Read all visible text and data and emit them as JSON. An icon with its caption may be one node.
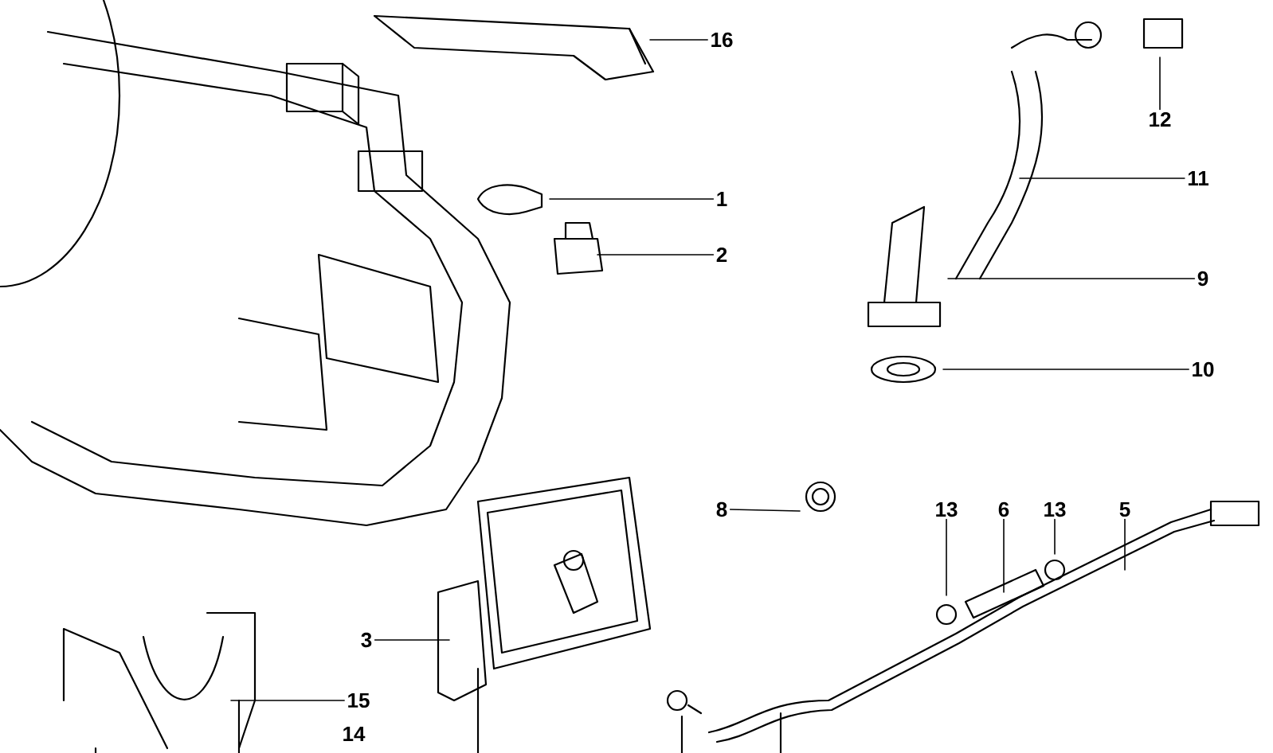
{
  "diagram": {
    "nodes": [
      {
        "text": [
          "16"
        ]
      },
      {
        "text": [
          "1"
        ]
      },
      {
        "text": [
          "2"
        ]
      },
      {
        "text": [
          "12"
        ]
      },
      {
        "text": [
          "11"
        ]
      },
      {
        "text": [
          "9"
        ]
      },
      {
        "text": [
          "10"
        ]
      },
      {
        "text": [
          "8"
        ]
      },
      {
        "text": [
          "13"
        ]
      },
      {
        "text": [
          "6"
        ]
      },
      {
        "text": [
          "13"
        ]
      },
      {
        "text": [
          "5"
        ]
      },
      {
        "text": [
          "3"
        ]
      },
      {
        "text": [
          "15"
        ]
      }
    ],
    "edges": [
      {
        "from": 0,
        "to": null,
        "arrow": "none"
      },
      {
        "from": 1,
        "to": null,
        "arrow": "none"
      },
      {
        "from": 2,
        "to": null,
        "arrow": "none"
      },
      {
        "from": 3,
        "to": null,
        "arrow": "none"
      },
      {
        "from": 4,
        "to": null,
        "arrow": "none"
      },
      {
        "from": 5,
        "to": null,
        "arrow": "none"
      },
      {
        "from": 6,
        "to": null,
        "arrow": "none"
      },
      {
        "from": 7,
        "to": null,
        "arrow": "none"
      },
      {
        "from": 8,
        "to": null,
        "arrow": "none"
      },
      {
        "from": 9,
        "to": null,
        "arrow": "none"
      },
      {
        "from": 10,
        "to": null,
        "arrow": "none"
      },
      {
        "from": 11,
        "to": null,
        "arrow": "none"
      },
      {
        "from": 12,
        "to": null,
        "arrow": "none"
      },
      {
        "from": 13,
        "to": null,
        "arrow": "none"
      }
    ],
    "labels": [
      "14"
    ]
  }
}
